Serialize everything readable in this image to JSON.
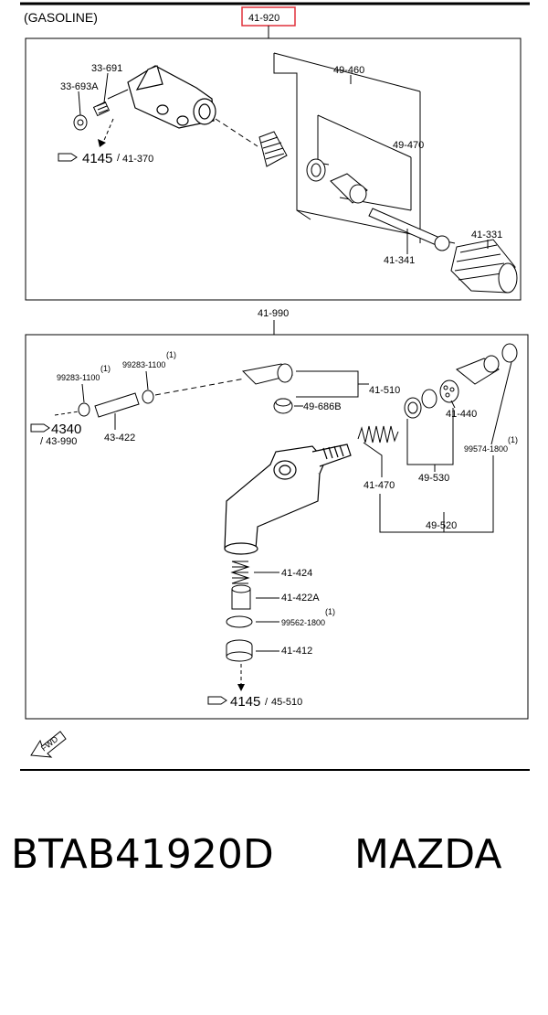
{
  "header": {
    "title": "(GASOLINE)",
    "highlight_ref": "41-920"
  },
  "colors": {
    "highlight": "#e0303a",
    "ink": "#000000"
  },
  "upper_group": {
    "labels": [
      "33-691",
      "33-693A",
      "49-460",
      "49-470",
      "41-331",
      "41-341"
    ],
    "ref_code": "4145",
    "ref_page": "41-370"
  },
  "lower_group": {
    "title": "41-990",
    "labels": [
      "41-510",
      "49-686B",
      "41-440",
      "43-422",
      "41-470",
      "49-530",
      "49-520",
      "41-424",
      "41-422A",
      "41-412"
    ],
    "clamp_left": {
      "code": "99283-1100",
      "qty": "(1)"
    },
    "clamp_right": {
      "code": "99283-1100",
      "qty": "(1)"
    },
    "oring_a": {
      "code": "99574-1800",
      "qty": "(1)"
    },
    "oring_b": {
      "code": "99562-1800",
      "qty": "(1)"
    },
    "ref_left_code": "4340",
    "ref_left_page": "/ 43-990",
    "ref_bottom_code": "4145",
    "ref_bottom_page": "45-510",
    "fwd": "FWD"
  },
  "caption": {
    "part_number": "BTAB41920D",
    "brand": "MAZDA"
  }
}
